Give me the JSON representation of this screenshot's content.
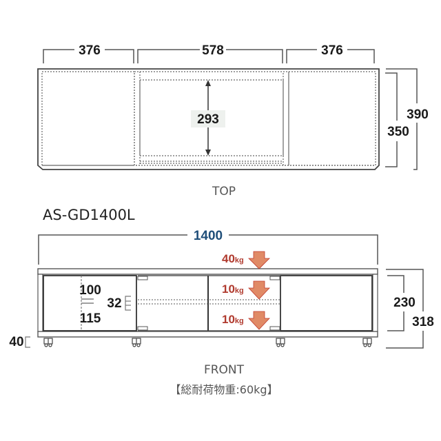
{
  "top_view": {
    "caption": "TOP",
    "width_left": "376",
    "width_center": "578",
    "width_right": "376",
    "inner_depth": "293",
    "depth_inner": "350",
    "depth_outer": "390"
  },
  "model_name": "AS-GD1400L",
  "front_view": {
    "caption": "FRONT",
    "total_width": "1400",
    "loads": {
      "top": {
        "value": "40",
        "unit": "kg"
      },
      "shelf_upper": {
        "value": "10",
        "unit": "kg"
      },
      "shelf_lower": {
        "value": "10",
        "unit": "kg"
      }
    },
    "shelf_upper_height": "100",
    "shelf_lower_height": "115",
    "shelf_pitch": "32",
    "caster_height": "40",
    "cabinet_inner_height": "230",
    "total_height": "318"
  },
  "total_load_note": "【総耐荷物重:60kg】",
  "colors": {
    "line": "#555555",
    "dim_text": "#1a1a1a",
    "width_blue": "#1f4e79",
    "load_red": "#b03a2e",
    "arrow_fill": "#e08a66",
    "arrow_stroke": "#c0392b",
    "label_bg": "#eef1ee"
  }
}
